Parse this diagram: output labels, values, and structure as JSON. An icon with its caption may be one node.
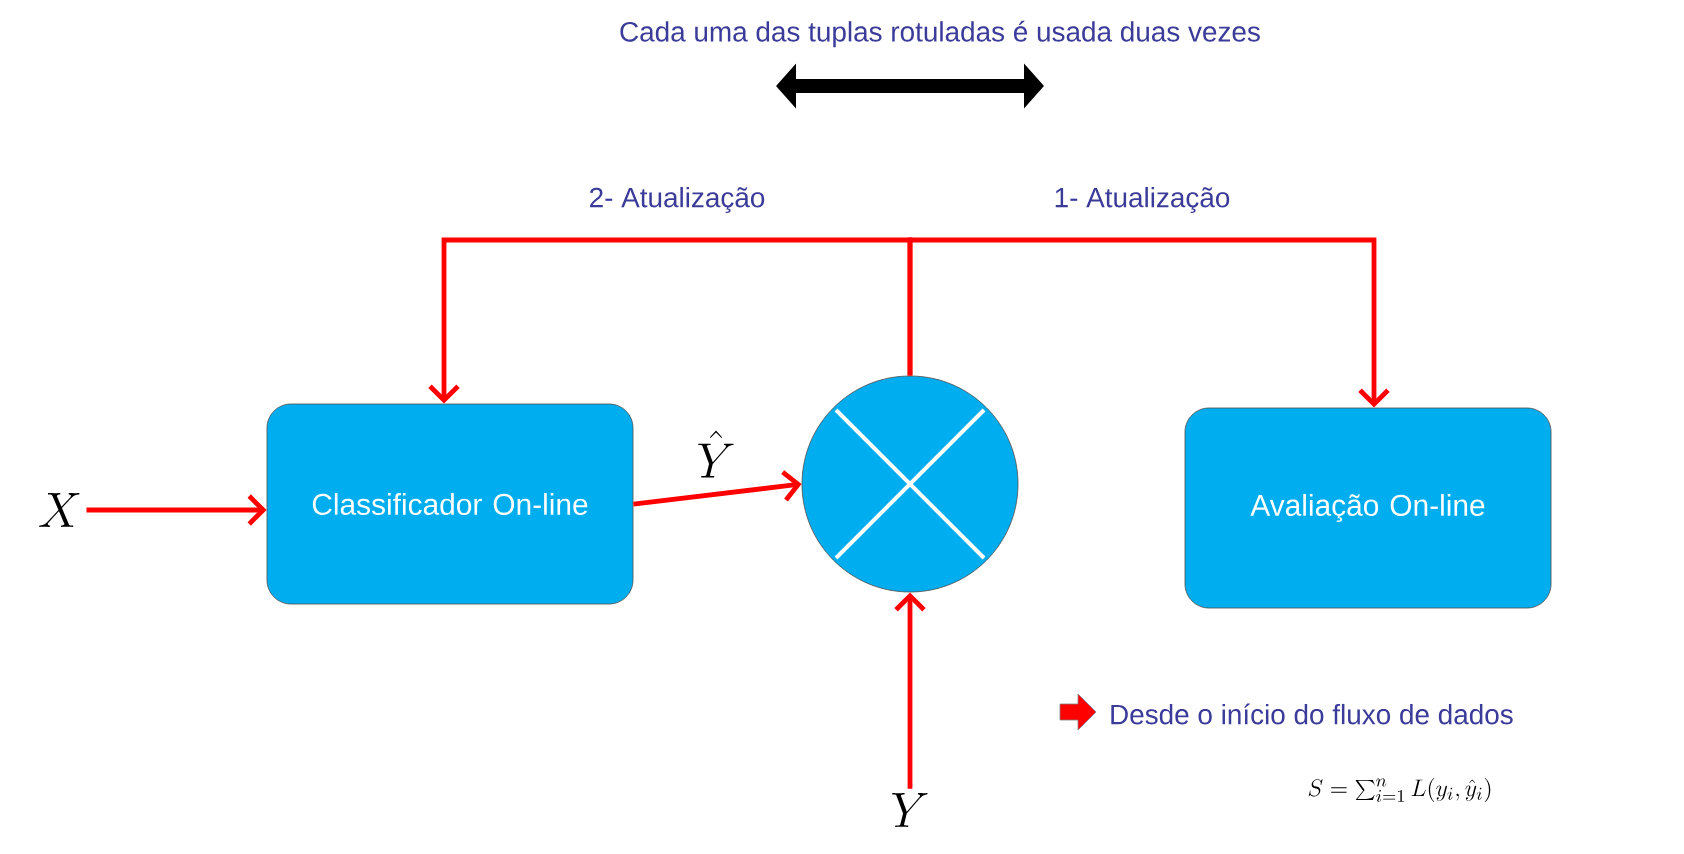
{
  "diagram": {
    "nodes": [
      {
        "text": [
          "X"
        ]
      },
      {
        "text": [
          "Classificador On-line"
        ]
      },
      {
        "text": [],
        "shape": "circle"
      },
      {
        "text": [
          "Avaliação On-line"
        ]
      },
      {
        "text": [
          "Y"
        ]
      }
    ],
    "edges": [
      {
        "from": 0,
        "to": 1,
        "arrow": "to"
      },
      {
        "from": 1,
        "to": 2,
        "arrow": "to",
        "label": "\\hat{Y}"
      },
      {
        "from": 4,
        "to": 2,
        "arrow": "to"
      },
      {
        "from": 2,
        "to": 1,
        "arrow": "to",
        "label": "2- Atualização"
      },
      {
        "from": 2,
        "to": 3,
        "arrow": "to",
        "label": "1- Atualização"
      }
    ],
    "labels": [
      "Cada uma das tuplas rotuladas é usada duas vezes",
      "Desde o início do fluxo de dados",
      "S = \\sum_{i=1}^{n} L( y_i, \\hat{y}_i )"
    ]
  }
}
